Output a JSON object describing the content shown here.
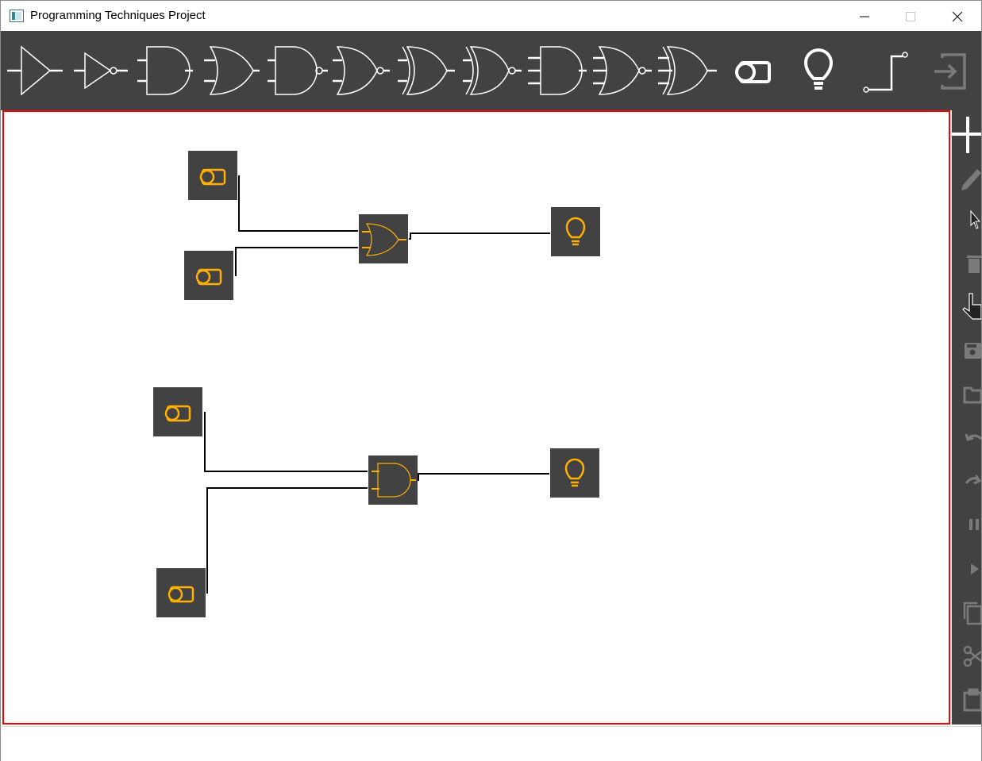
{
  "window": {
    "title": "Programming Techniques Project"
  },
  "titlebar": {
    "minimize": "minimize-icon",
    "maximize": "maximize-icon",
    "close": "close-icon"
  },
  "toolbar": {
    "items": [
      {
        "name": "buffer-gate"
      },
      {
        "name": "not-gate"
      },
      {
        "name": "and-gate"
      },
      {
        "name": "or-gate"
      },
      {
        "name": "nand-gate"
      },
      {
        "name": "nor-gate"
      },
      {
        "name": "xor-gate"
      },
      {
        "name": "xnor-gate"
      },
      {
        "name": "and3-gate"
      },
      {
        "name": "nor3-gate"
      },
      {
        "name": "xor3-gate"
      },
      {
        "name": "switch"
      },
      {
        "name": "led"
      },
      {
        "name": "connection"
      },
      {
        "name": "exit"
      }
    ]
  },
  "sidebar": {
    "items": [
      {
        "name": "add-icon"
      },
      {
        "name": "edit-icon"
      },
      {
        "name": "select-icon"
      },
      {
        "name": "delete-icon"
      },
      {
        "name": "move-icon"
      },
      {
        "name": "save-icon"
      },
      {
        "name": "load-icon"
      },
      {
        "name": "undo-icon"
      },
      {
        "name": "redo-icon"
      },
      {
        "name": "pause-icon"
      },
      {
        "name": "play-icon"
      },
      {
        "name": "copy-icon"
      },
      {
        "name": "cut-icon"
      },
      {
        "name": "paste-icon"
      }
    ]
  },
  "colors": {
    "toolbar_bg": "#424242",
    "component_bg": "#424242",
    "component_accent": "#ffb000",
    "drawing_border": "#ff0000",
    "wire": "#000000"
  },
  "circuit": {
    "components": [
      {
        "type": "switch"
      },
      {
        "type": "switch"
      },
      {
        "type": "or-gate"
      },
      {
        "type": "led"
      },
      {
        "type": "switch"
      },
      {
        "type": "and-gate"
      },
      {
        "type": "led"
      },
      {
        "type": "switch"
      }
    ]
  },
  "status": {
    "text": ""
  }
}
